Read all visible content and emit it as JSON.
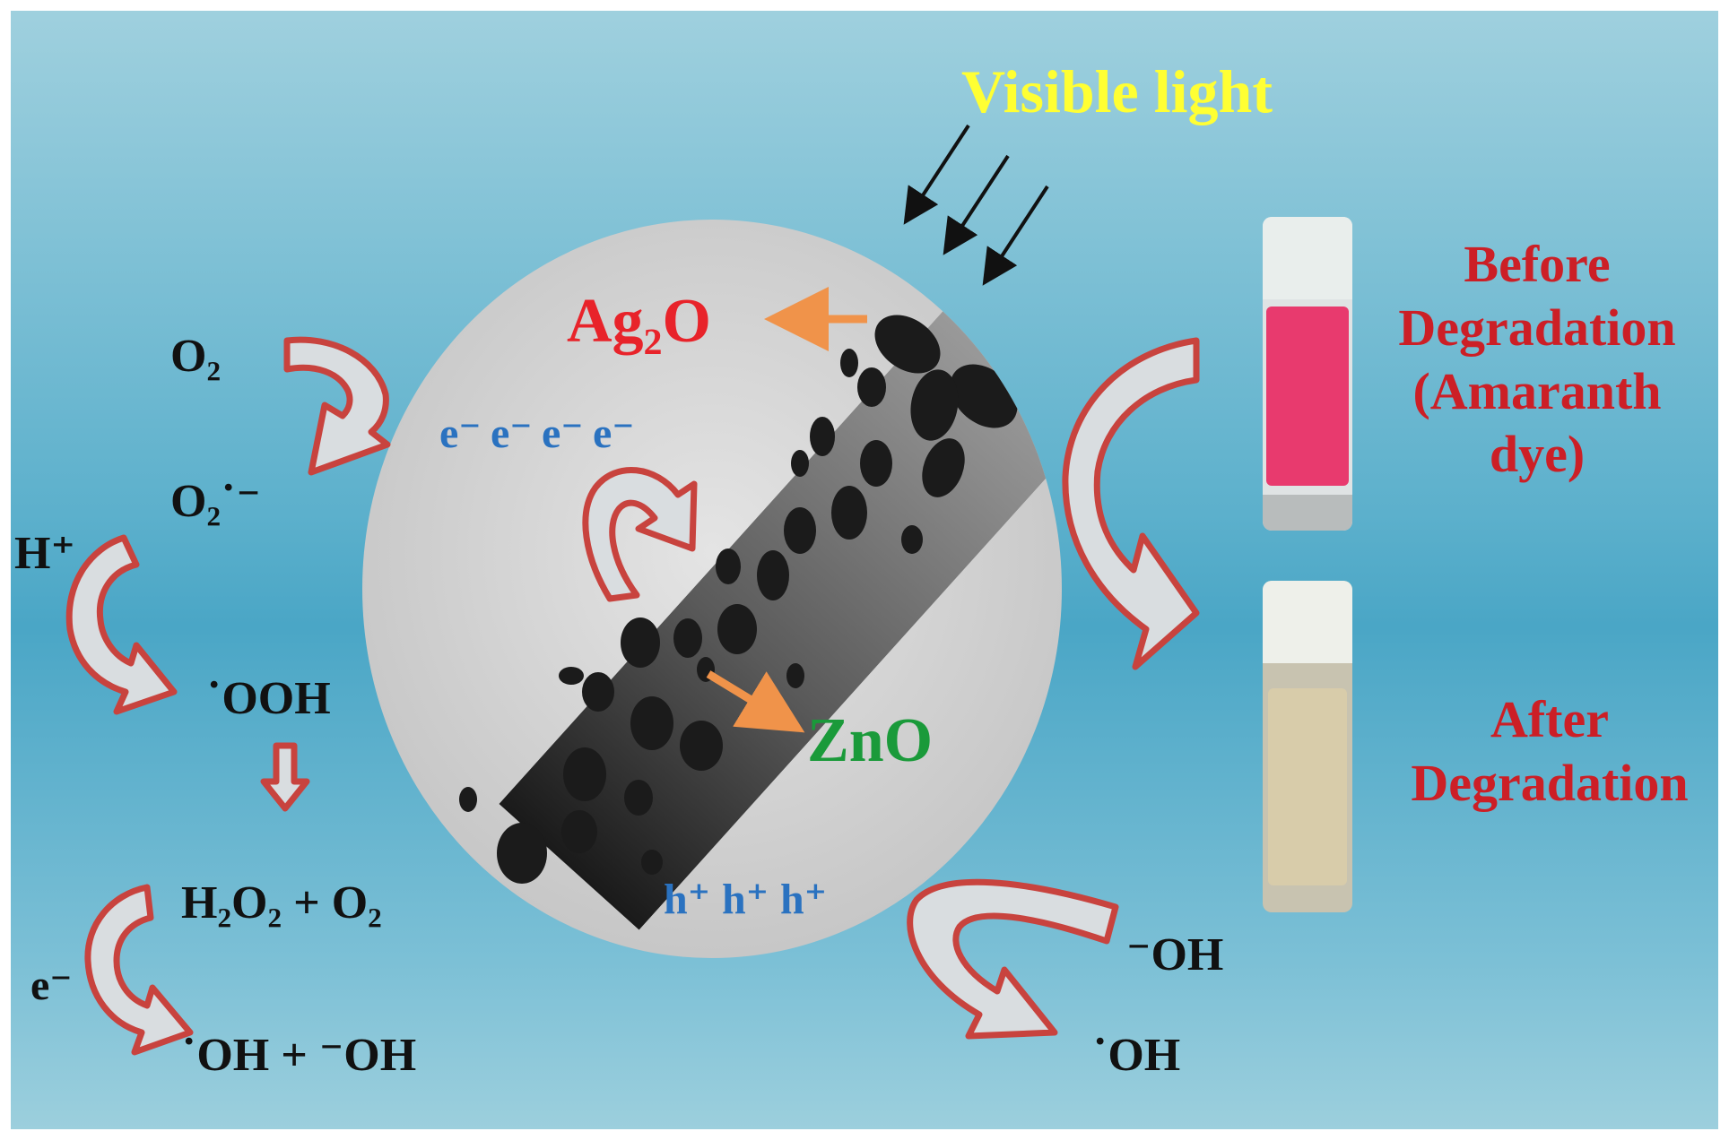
{
  "title": "Visible light",
  "materials": {
    "ag2o": "Ag₂O",
    "zno": "ZnO"
  },
  "carriers": {
    "electrons": [
      "e⁻",
      "e⁻",
      "e⁻",
      "e⁻"
    ],
    "holes": [
      "h⁺",
      "h⁺",
      "h⁺"
    ]
  },
  "reactions": {
    "o2": "O₂",
    "superoxide": "O₂˙⁻",
    "h_plus": "H⁺",
    "ooh": "˙OOH",
    "h2o2_o2": "H₂O₂ + O₂",
    "e_minus": "e⁻",
    "oh_products": "˙OH + ⁻OH",
    "hydroxide": "⁻OH",
    "hydroxyl_radical": "˙OH"
  },
  "vials": {
    "before": "Before Degradation (Amaranth dye)",
    "after": "After Degradation"
  },
  "colors": {
    "title": "#ffff33",
    "material_ag2o": "#e8232a",
    "material_zno": "#1a9a3a",
    "carrier_blue": "#2a72c0",
    "arrow_outline": "#c8433e",
    "arrow_orange": "#f0934a",
    "vial_label": "#cc1f26",
    "dye_pink": "#e83a6e"
  },
  "icons": [
    "curved-arrow-icon",
    "light-ray-arrow-icon",
    "vial-icon",
    "down-arrow-icon"
  ]
}
